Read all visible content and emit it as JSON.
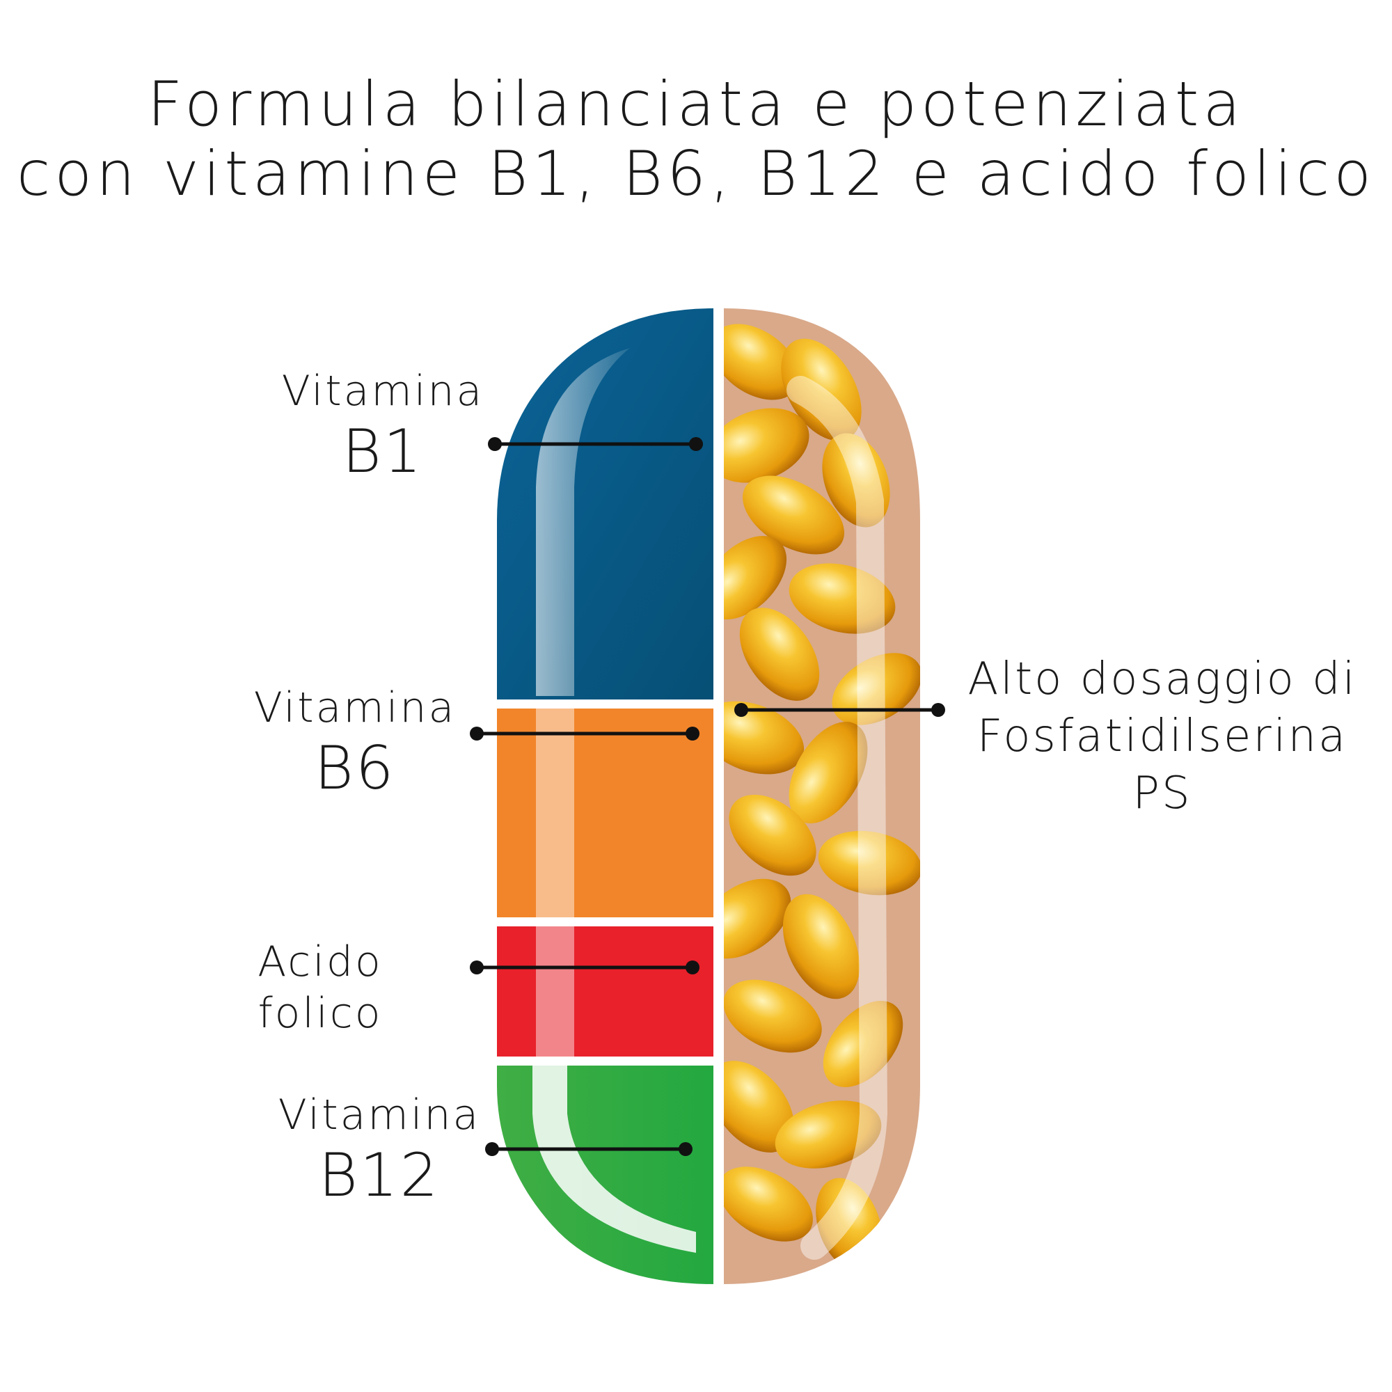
{
  "title": {
    "line1": "Formula bilanciata e potenziata",
    "line2": "con vitamine B1, B6, B12 e acido folico"
  },
  "labels": {
    "b1": {
      "small": "Vitamina",
      "big": "B1"
    },
    "b6": {
      "small": "Vitamina",
      "big": "B6"
    },
    "folic": "Acido folico",
    "b12": {
      "small": "Vitamina",
      "big": "B12"
    },
    "ps": {
      "line1": "Alto dosaggio di",
      "line2": "Fosfatidilserina PS"
    }
  },
  "colors": {
    "b1": "#0d5f8c",
    "b6": "#f2852a",
    "folic": "#e8212b",
    "b12": "#3aab42",
    "gel": "#f3b01b",
    "shell": "#d9a98a"
  }
}
